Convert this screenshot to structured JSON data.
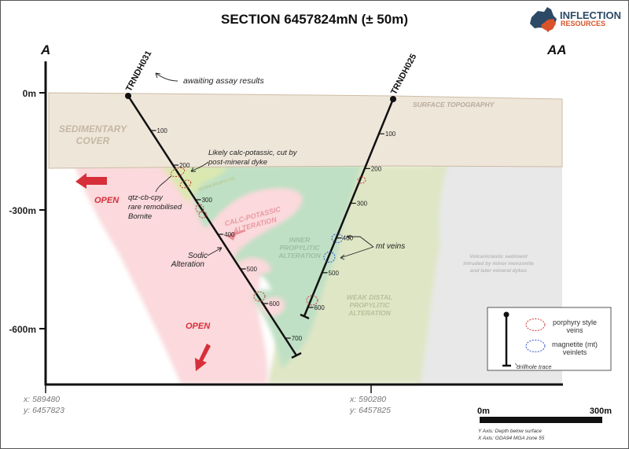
{
  "title": "SECTION 6457824mN (± 50m)",
  "logo": {
    "line1": "INFLECTION",
    "line2": "RESOURCES",
    "colors": {
      "navy": "#2c4a66",
      "orange": "#d9532b"
    }
  },
  "section_ends": {
    "left": "A",
    "right": "AA"
  },
  "depth_axis": {
    "labels": [
      "0m",
      "-300m",
      "-600m"
    ],
    "values": [
      0,
      -300,
      -600
    ]
  },
  "drillholes": [
    {
      "name": "TRNDH031",
      "note": "awaiting assay results",
      "depth_ticks": [
        "100",
        "200",
        "300",
        "400",
        "500",
        "600",
        "700"
      ]
    },
    {
      "name": "TRNDH025",
      "depth_ticks": [
        "100",
        "200",
        "300",
        "400",
        "500",
        "600"
      ]
    }
  ],
  "units": {
    "surface": "SURFACE TOPOGRAPHY",
    "sedimentary_cover": [
      "SEDIMENTARY",
      "COVER"
    ],
    "outer_propylitic": "OUTER PROPYLITIC",
    "calc_potassic": [
      "CALC-POTASSIC",
      "ALTERATION"
    ],
    "inner_propylitic": [
      "INNER",
      "PROPYLITIC",
      "ALTERATION"
    ],
    "weak_distal": [
      "WEAK DISTAL",
      "PROPYLITIC",
      "ALTERATION"
    ],
    "volcaniclastic": [
      "Volcaniclastic sediment",
      "intruded by minor monzonite",
      "and later mineral dykes"
    ]
  },
  "annotations": {
    "calc_potassic_note": [
      "Likely calc-potassic, cut by",
      "post-mineral dyke"
    ],
    "qtz_note": [
      "qtz-cb-cpy",
      "rare remobilised",
      "Bornite"
    ],
    "sodic_note": [
      "Sodic",
      "Alteration"
    ],
    "mt_veins": "mt veins",
    "open": "OPEN"
  },
  "legend": {
    "porphyry": [
      "porphyry style",
      "veins"
    ],
    "magnetite": [
      "magnetite (mt)",
      "veinlets"
    ],
    "drillhole": "drillhole trace"
  },
  "coordinates": {
    "left": {
      "x": "x: 589480",
      "y": "y: 6457823"
    },
    "right": {
      "x": "x: 590280",
      "y": "y: 6457825"
    }
  },
  "scale_bar": {
    "start": "0m",
    "end": "300m"
  },
  "axis_notes": [
    "Y Axis: Depth below surface",
    "X Axis: GDA94 MGA zone 55"
  ],
  "colors": {
    "sediment": "#efe6da",
    "calc_potassic_pink": "#fbd9dc",
    "inner_propylitic_green": "#bfe0c4",
    "weak_distal_green": "#dfe6c6",
    "outer_propylitic_yellow": "#dbe8b0",
    "volcaniclastic_grey": "#e8e8e8",
    "open_red": "#d62f3a",
    "porphyry_vein": "#cc3a3a",
    "magnetite_vein": "#3a56c8"
  }
}
